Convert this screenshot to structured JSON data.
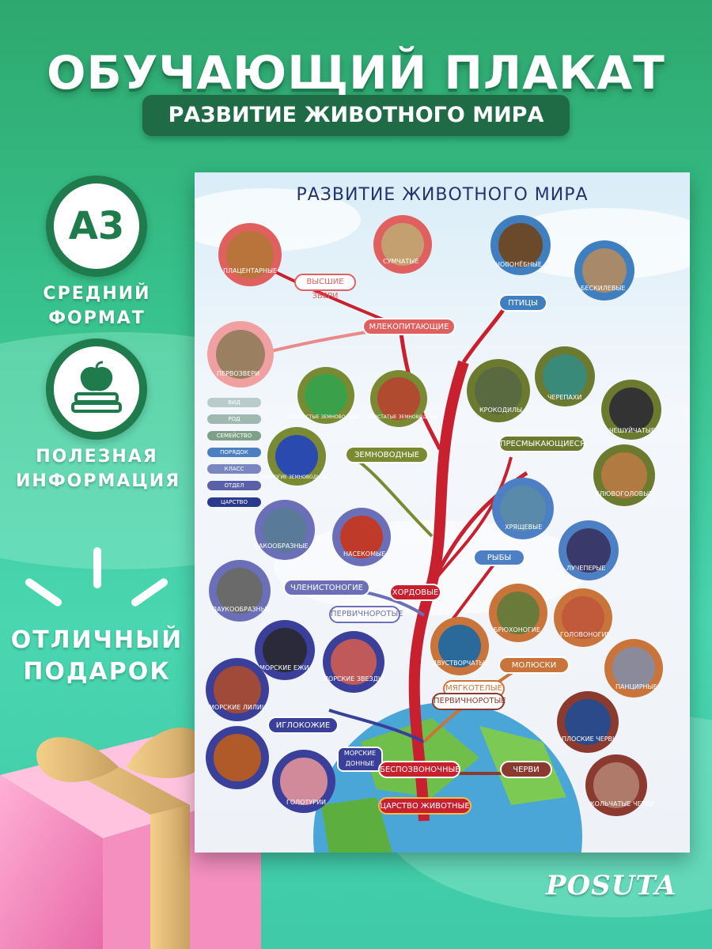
{
  "header": {
    "title": "ОБУЧАЮЩИЙ ПЛАКАТ",
    "subtitle": "РАЗВИТИЕ ЖИВОТНОГО МИРА"
  },
  "features": {
    "format_badge": "А3",
    "format_text": "СРЕДНИЙ ФОРМАТ",
    "info_text": "ПОЛЕЗНАЯ ИНФОРМАЦИЯ",
    "gift_text": "ОТЛИЧНЫЙ ПОДАРОК"
  },
  "poster": {
    "title": "РАЗВИТИЕ ЖИВОТНОГО МИРА",
    "root": "ЦАРСТВО ЖИВОТНЫЕ",
    "branches": {
      "invertebrates": "БЕСПОЗВОНОЧНЫЕ",
      "chordates": "ХОРДОВЫЕ",
      "protostomes": "ПЕРВИЧНОРОТЫЕ",
      "protostomes2": "ПЕРВИЧНОРОТЫЕ",
      "sea_bottom": "МОРСКИЕ ДОННЫЕ",
      "soft_bodied": "МЯГКОТЕЛЫЕ",
      "higher_beasts": "ВЫСШИЕ ЗВЕРИ"
    },
    "groups": {
      "mammals": "МЛЕКОПИТАЮЩИЕ",
      "birds": "ПТИЦЫ",
      "amphibians": "ЗЕМНОВОДНЫЕ",
      "reptiles": "ПРЕСМЫКАЮЩИЕСЯ",
      "arthropods": "ЧЛЕНИСТОНОГИЕ",
      "fish": "РЫБЫ",
      "echinoderms": "ИГЛОКОЖИЕ",
      "mollusks": "МОЛЮСКИ",
      "worms": "ЧЕРВИ"
    },
    "species": {
      "placental": "ПЛАЦЕНТАРНЫЕ",
      "marsupial": "СУМЧАТЫЕ",
      "first_beasts": "ПЕРВОЗВЕРИ",
      "neognathae": "НОВОНЁБНЫЕ",
      "ratites": "БЕСКИЛЕВЫЕ",
      "tailless": "БЕЗХВОСТЫЕ ЗЕМНОВОДНЫЕ",
      "tailed": "ХВОСТАТЫЕ ЗЕМНОВОДНЫЕ",
      "legless": "БЕЗНОГИЕ ЗЕМНОВОДНЫЕ",
      "crocodiles": "КРОКОДИЛЫ",
      "turtles": "ЧЕРЕПАХИ",
      "squamates": "ЧЕШУЙЧАТЫЕ",
      "rhynchocephalia": "КЛЮВОГОЛОВЫЕ",
      "crustaceans": "РАКООБРАЗНЫЕ",
      "insects": "НАСЕКОМЫЕ",
      "arachnids": "ПАУКООБРАЗНЫЕ",
      "cartilaginous": "ХРЯЩЕВЫЕ",
      "ray_finned": "ЛУЧЕПЕРЫЕ",
      "sea_urchins": "МОРСКИЕ ЕЖИ",
      "sea_stars": "МОРСКИЕ ЗВЕЗДЫ",
      "sea_lilies": "МОРСКИЕ ЛИЛИИ",
      "sea_cucumbers": "ГОЛОТУРИИ",
      "gastropods": "БРЮХОНОГИЕ",
      "cephalopods": "ГОЛОВОНОГИЕ",
      "bivalves": "ДВУСТВОРЧАТЫЕ",
      "chitons": "ПАНЦИРНЫЕ",
      "flatworms": "ПЛОСКИЕ ЧЕРВИ",
      "annelids": "КОЛЬЧАТЫЕ ЧЕРВИ"
    },
    "taxonomy": [
      "ВИД",
      "РОД",
      "СЕМЕЙСТВО",
      "ПОРЯДОК",
      "КЛАСС",
      "ОТДЕЛ",
      "ЦАРСТВО"
    ]
  },
  "brand": "POSUTA",
  "colors": {
    "mammals": "#e06060",
    "birds": "#3f7fc0",
    "amphibians": "#7a8a32",
    "reptiles": "#6b7a2e",
    "arthropods": "#6a6fb8",
    "fish": "#4d7fc4",
    "echinoderms": "#3a3f99",
    "mollusks": "#c9743a",
    "worms": "#8a3a2e",
    "trunk": "#c8202f"
  }
}
